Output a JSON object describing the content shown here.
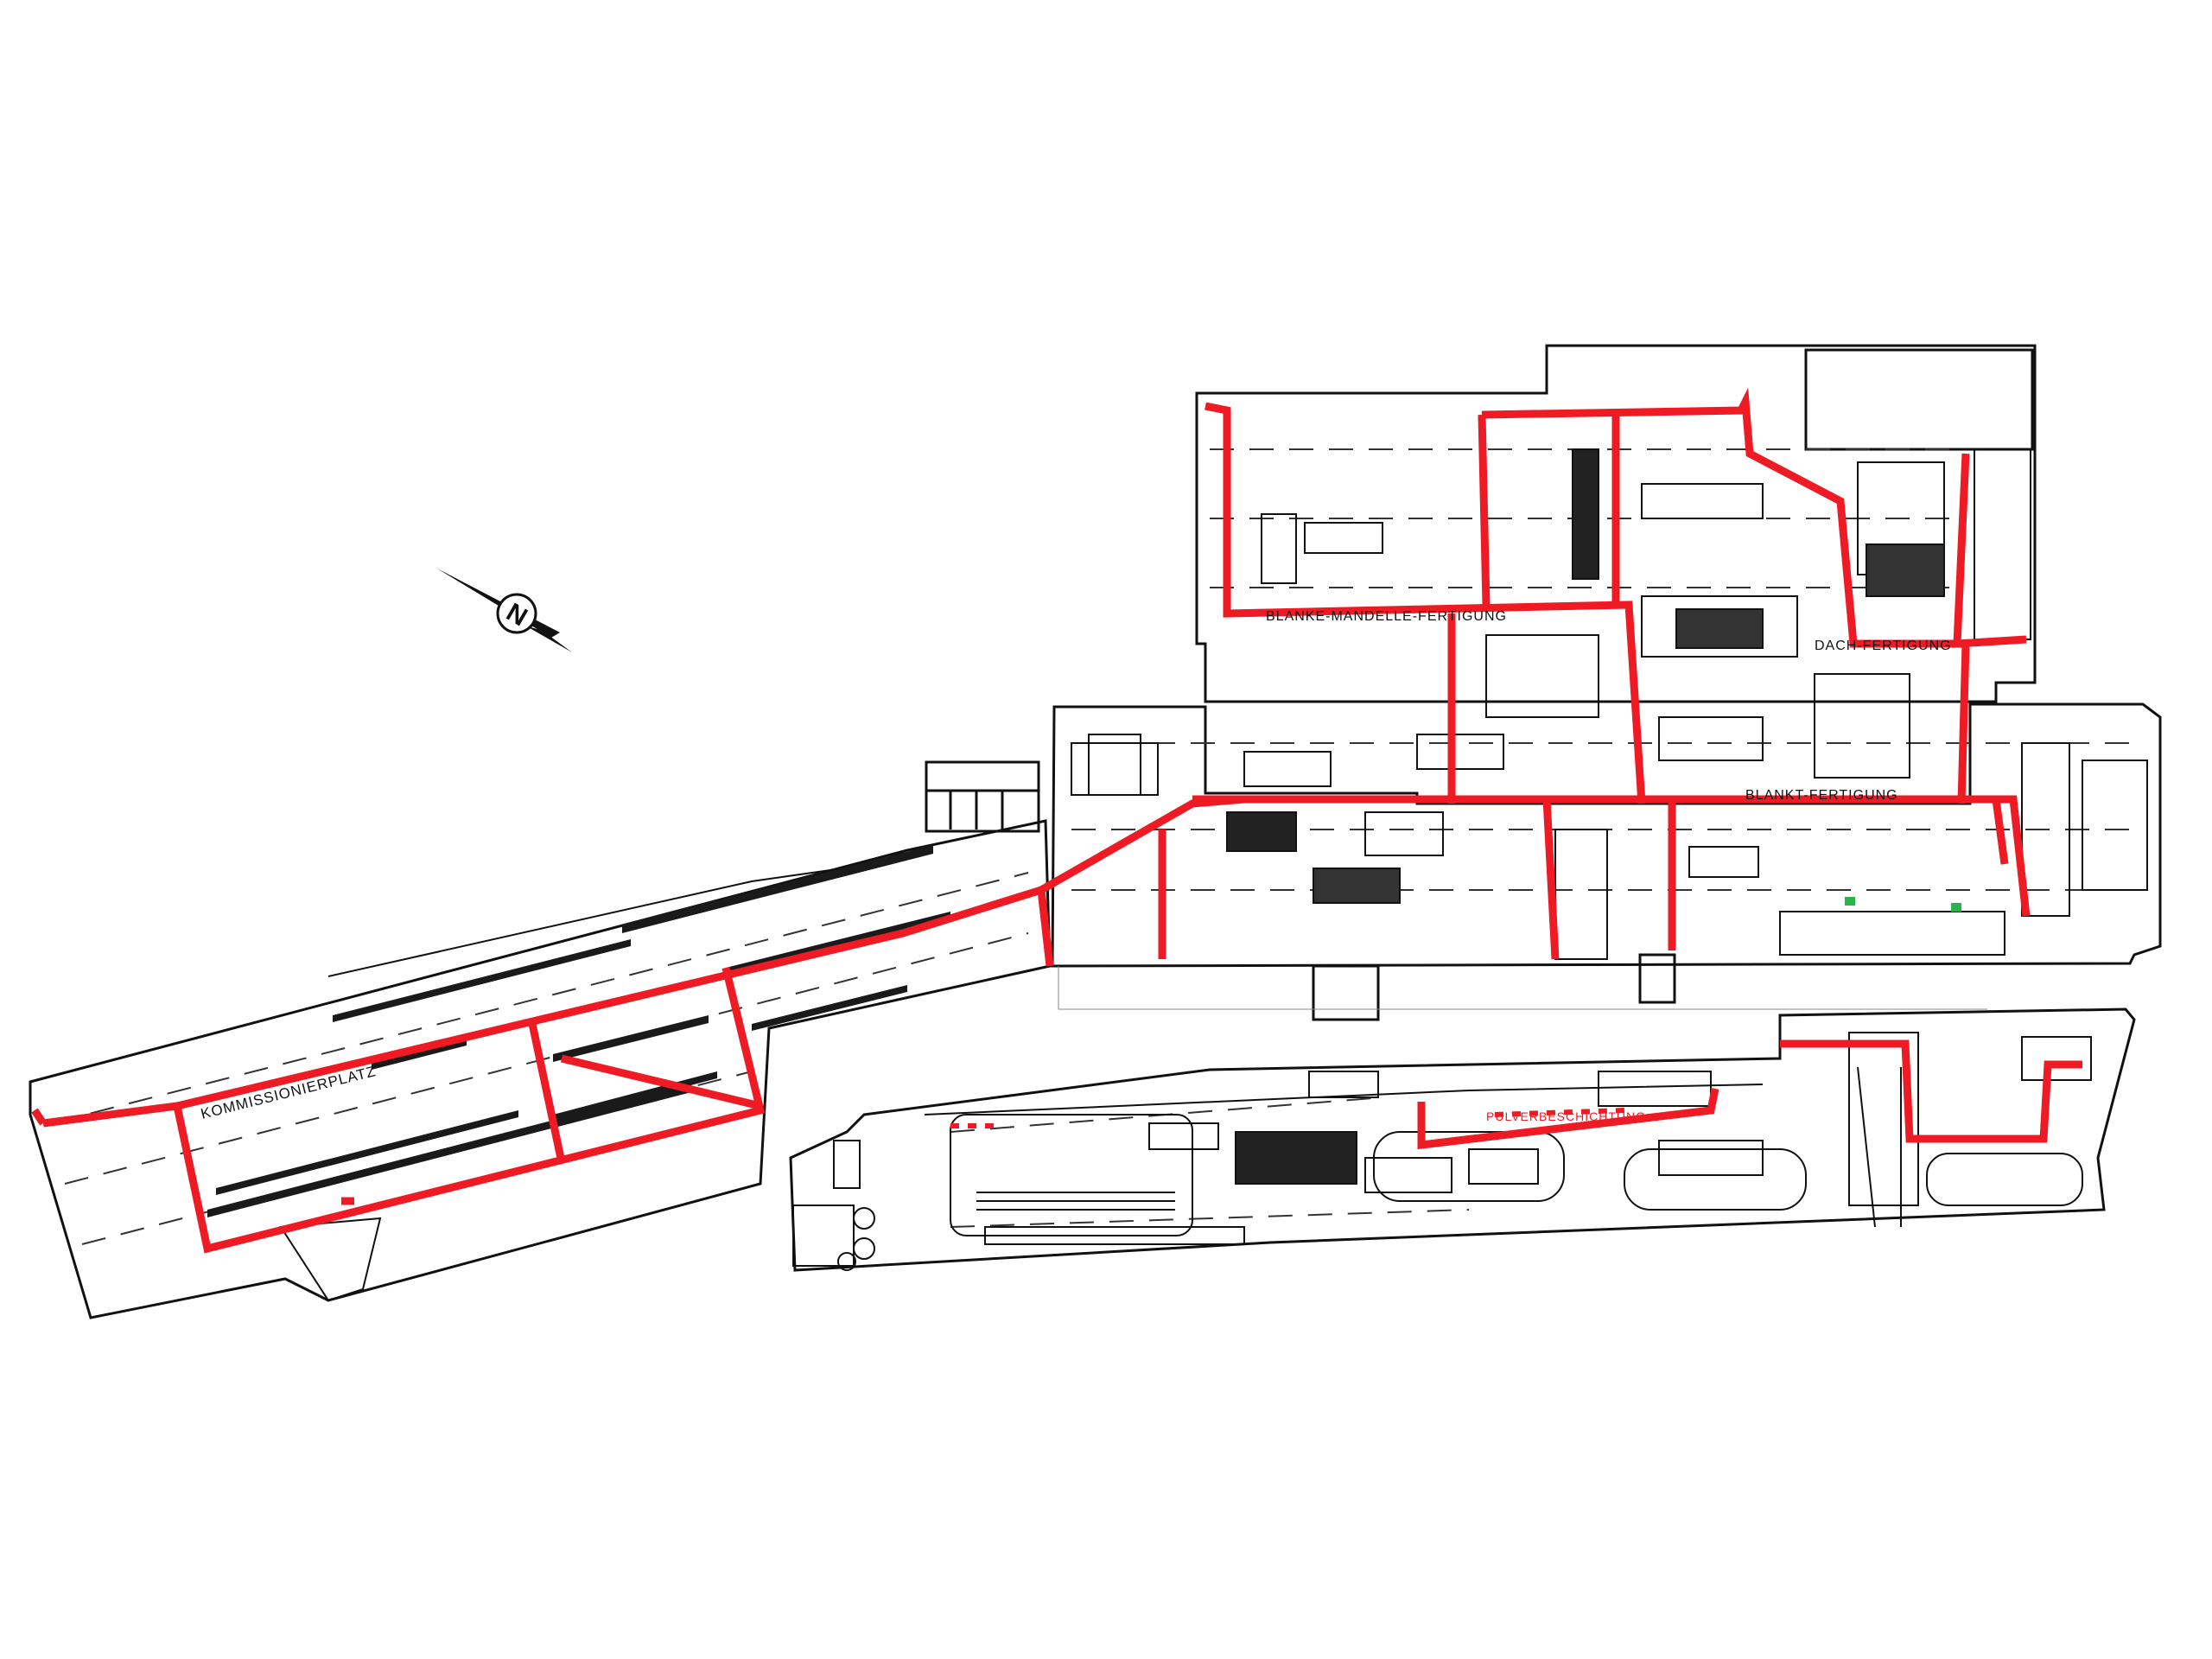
{
  "labels": {
    "kommissionierplatz": "KOMMISSIONIERPLATZ",
    "blanke_mandelle": "BLANKE-MANDELLE-FERTIGUNG",
    "dach": "DACH-FERTIGUNG",
    "blankt": "BLANKT-FERTIGUNG",
    "pulver": "PULVERBESCHICHTUNG"
  },
  "compass": {
    "letter": "N"
  },
  "colors": {
    "route": "#ee1b24",
    "line": "#111111",
    "marker_green": "#2bb34b",
    "paper": "#ffffff"
  },
  "icons": {
    "compass": "north-arrow-icon"
  }
}
